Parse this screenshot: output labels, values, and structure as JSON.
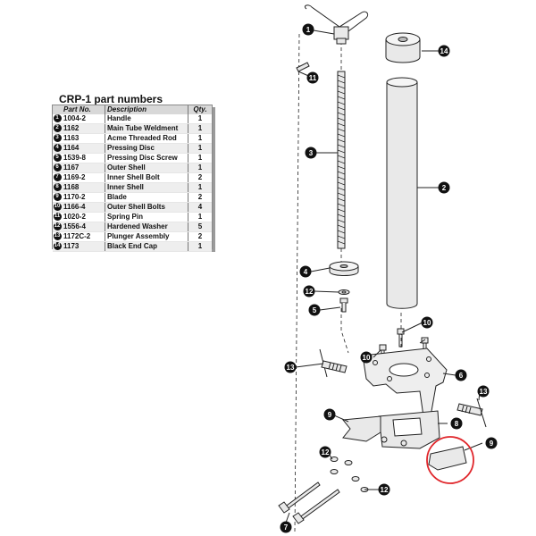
{
  "table": {
    "title": "CRP-1 part numbers",
    "headers": {
      "part": "Part No.",
      "desc": "Description",
      "qty": "Qty."
    },
    "rows": [
      {
        "num": "1",
        "part": "1004-2",
        "desc": "Handle",
        "qty": "1"
      },
      {
        "num": "2",
        "part": "1162",
        "desc": "Main Tube Weldment",
        "qty": "1"
      },
      {
        "num": "3",
        "part": "1163",
        "desc": "Acme Threaded Rod",
        "qty": "1"
      },
      {
        "num": "4",
        "part": "1164",
        "desc": "Pressing Disc",
        "qty": "1"
      },
      {
        "num": "5",
        "part": "1539-8",
        "desc": "Pressing Disc Screw",
        "qty": "1"
      },
      {
        "num": "6",
        "part": "1167",
        "desc": "Outer Shell",
        "qty": "1"
      },
      {
        "num": "7",
        "part": "1169-2",
        "desc": "Inner Shell Bolt",
        "qty": "2"
      },
      {
        "num": "8",
        "part": "1168",
        "desc": "Inner Shell",
        "qty": "1"
      },
      {
        "num": "9",
        "part": "1170-2",
        "desc": "Blade",
        "qty": "2"
      },
      {
        "num": "10",
        "part": "1166-4",
        "desc": "Outer Shell Bolts",
        "qty": "4"
      },
      {
        "num": "11",
        "part": "1020-2",
        "desc": "Spring Pin",
        "qty": "1"
      },
      {
        "num": "12",
        "part": "1556-4",
        "desc": "Hardened Washer",
        "qty": "5"
      },
      {
        "num": "13",
        "part": "1172C-2",
        "desc": "Plunger Assembly",
        "qty": "2"
      },
      {
        "num": "14",
        "part": "1173",
        "desc": "Black End Cap",
        "qty": "1"
      }
    ]
  },
  "callouts": [
    "1",
    "14",
    "11",
    "3",
    "2",
    "4",
    "12",
    "5",
    "10",
    "10",
    "13",
    "6",
    "13",
    "9",
    "8",
    "9",
    "12",
    "12",
    "7"
  ],
  "colors": {
    "ink": "#111111",
    "highlight": "#e0262b",
    "metal": "#e9e9e9",
    "header": "#d8d8d8"
  }
}
